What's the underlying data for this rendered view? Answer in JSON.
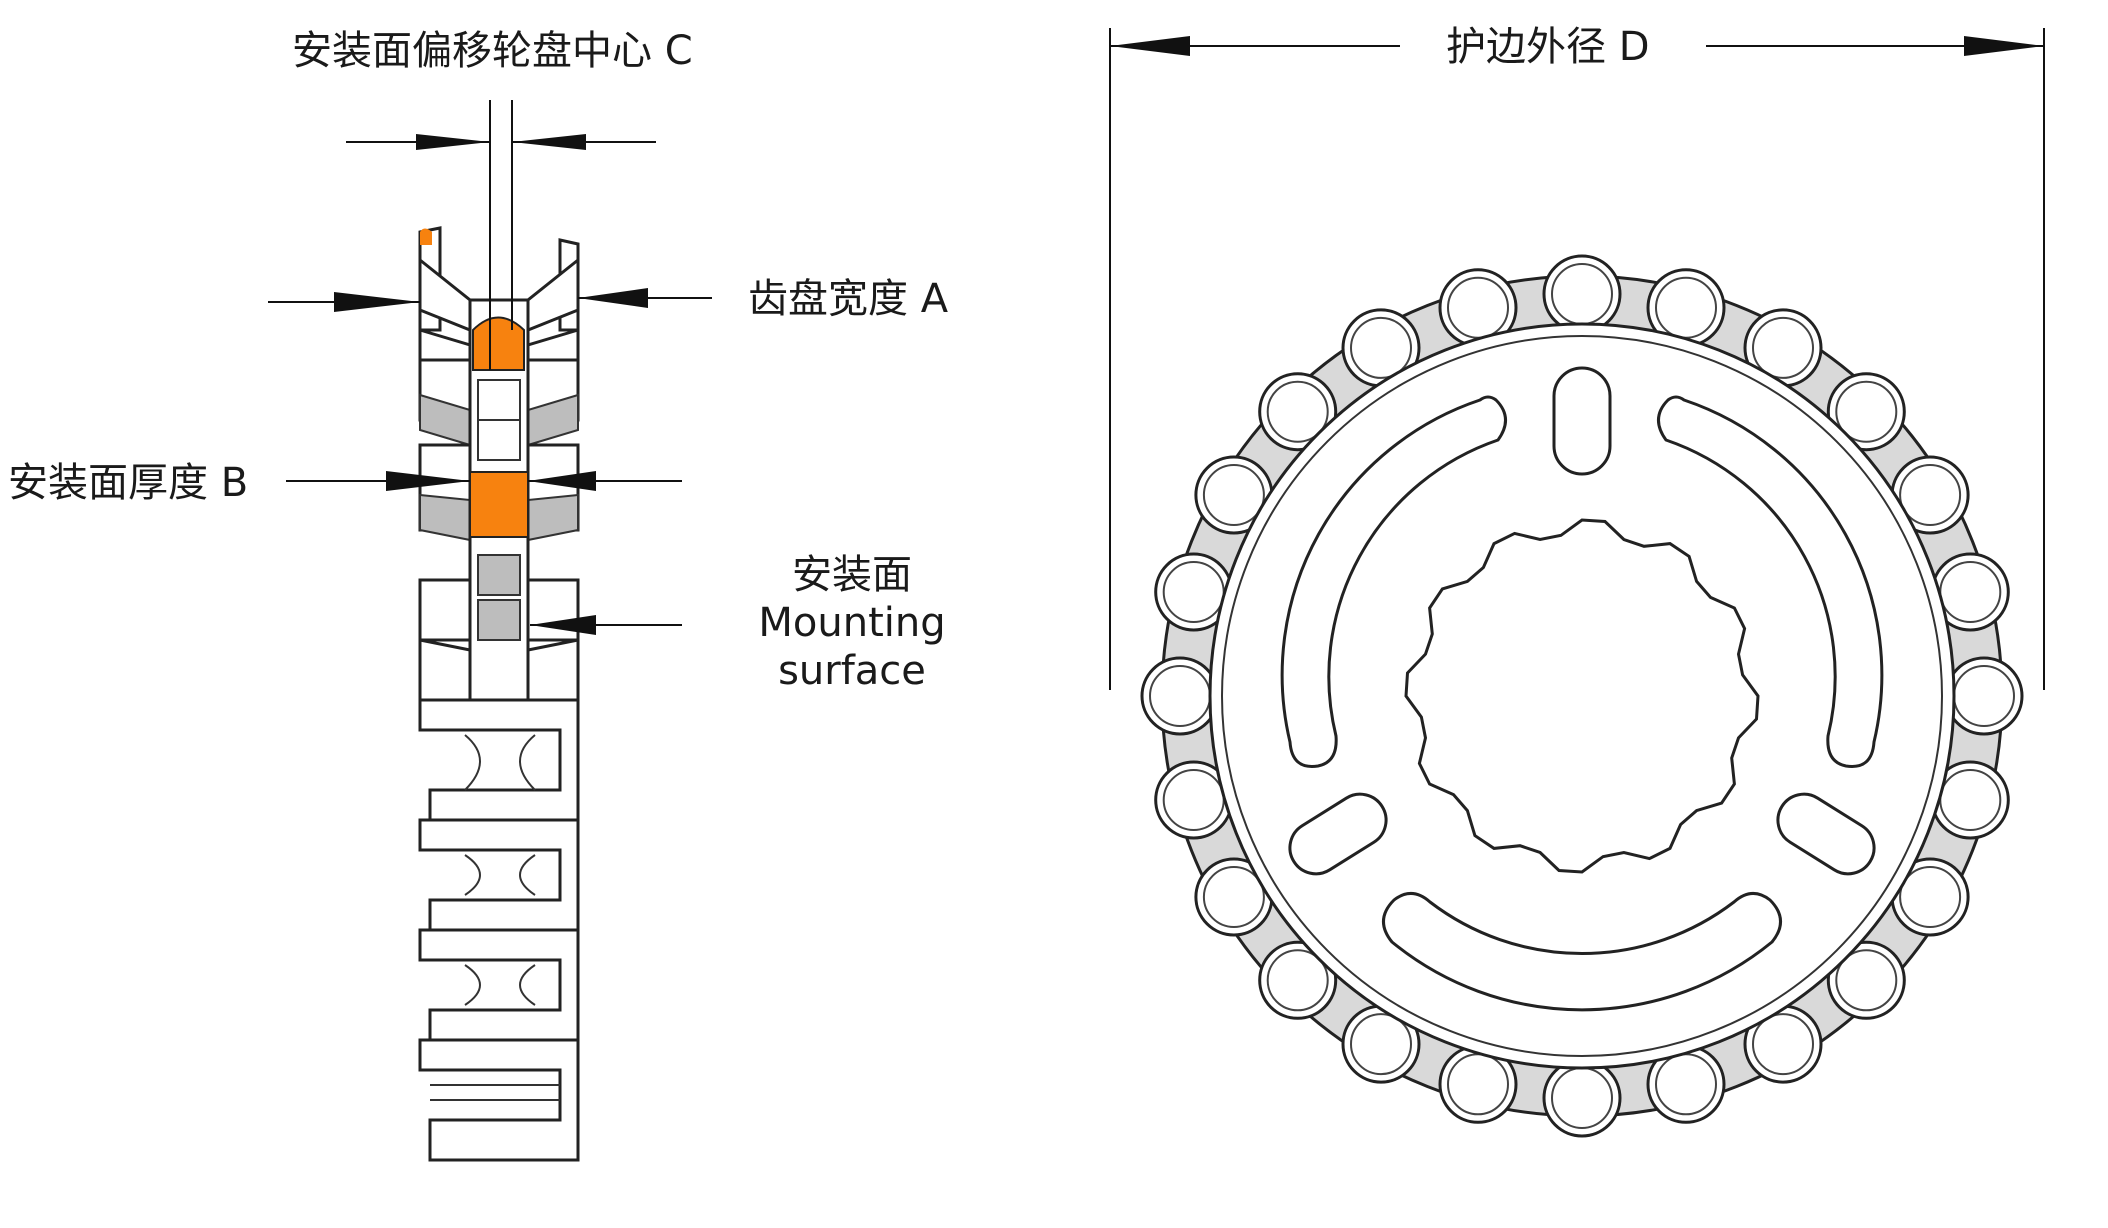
{
  "labels": {
    "offset_c": "安装面偏移轮盘中心 C",
    "width_a": "齿盘宽度 A",
    "thickness_b": "安装面厚度 B",
    "mounting_cn": "安装面",
    "mounting_en_1": "Mounting",
    "mounting_en_2": "surface",
    "diameter_d": "护边外径 D"
  },
  "colors": {
    "highlight": "#F7820F",
    "line": "#111111"
  },
  "sprocket": {
    "teeth": 24,
    "slots": 3,
    "small_slots": 3
  }
}
